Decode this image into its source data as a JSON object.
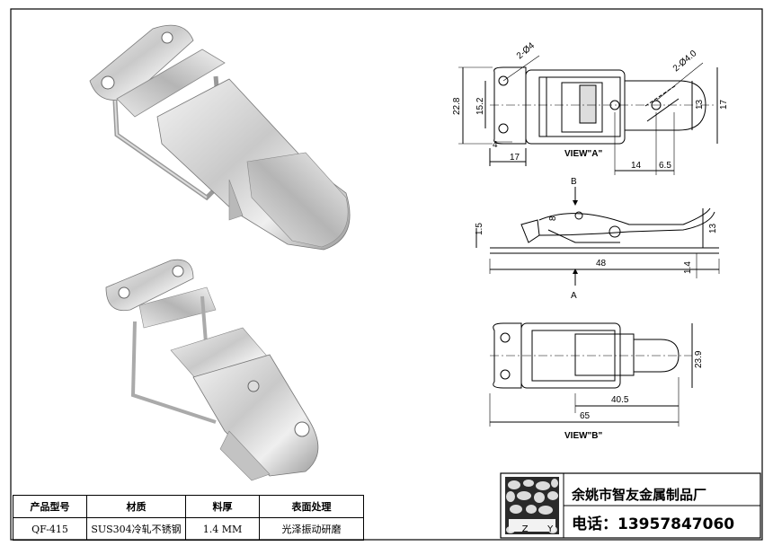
{
  "view_a": {
    "caption": "VIEW\"A\"",
    "dims": {
      "hole_small": "2-Ø4",
      "hole_large": "2-Ø4.0",
      "d22_8": "22.8",
      "d15_2": "15.2",
      "d4": "4",
      "d17_bottom": "17",
      "d14": "14",
      "d6_5": "6.5",
      "d13": "13",
      "d17_right": "17"
    }
  },
  "side_view": {
    "dims": {
      "d1_5": "1.5",
      "d8": "8",
      "d48": "48",
      "d13": "13",
      "d1_4": "1.4"
    },
    "arrow_b": "B",
    "arrow_a": "A"
  },
  "view_b": {
    "caption": "VIEW\"B\"",
    "dims": {
      "d23_9": "23.9",
      "d40_5": "40.5",
      "d65": "65"
    }
  },
  "spec_table": {
    "headers": [
      "产品型号",
      "材质",
      "料厚",
      "表面处理"
    ],
    "values": [
      "QF-415",
      "SUS304冷轧不锈钢",
      "1.4 MM",
      "光泽振动研磨"
    ]
  },
  "company": {
    "name": "余姚市智友金属制品厂",
    "phone": "电话：13957847060",
    "logo_letters": [
      "Z",
      "Y"
    ]
  }
}
